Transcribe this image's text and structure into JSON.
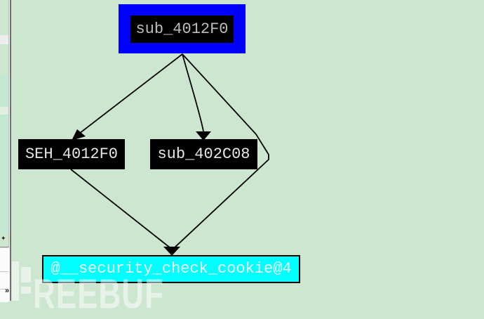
{
  "window": {
    "app_context": "function call graph viewer",
    "canvas_color": "#cce6d0"
  },
  "graph": {
    "nodes": [
      {
        "id": "sub_4012F0",
        "label": "sub_4012F0",
        "selected": true,
        "fill": "#000000",
        "highlight_color": "#0000ff",
        "text_color": "#bdbdbd"
      },
      {
        "id": "SEH_4012F0",
        "label": "SEH_4012F0",
        "selected": false,
        "fill": "#000000",
        "text_color": "#e6e6e6"
      },
      {
        "id": "sub_402C08",
        "label": "sub_402C08",
        "selected": false,
        "fill": "#000000",
        "text_color": "#e6e6e6"
      },
      {
        "id": "security_check_cookie",
        "label": "@__security_check_cookie@4",
        "selected": false,
        "fill": "#00ffff",
        "text_color": "#eefffe"
      }
    ],
    "edges": [
      {
        "from": "sub_4012F0",
        "to": "SEH_4012F0"
      },
      {
        "from": "sub_4012F0",
        "to": "sub_402C08"
      },
      {
        "from": "sub_4012F0",
        "to": "security_check_cookie"
      },
      {
        "from": "SEH_4012F0",
        "to": "security_check_cookie"
      }
    ],
    "edge_color": "#000000"
  },
  "watermark": {
    "brand": "FREEBUF",
    "visible_text": "REEBUF"
  },
  "side_panel": {
    "divider_color": "#6f6f6f",
    "scroll_glyph_top": "✦",
    "scroll_glyph_bottom": "»"
  }
}
